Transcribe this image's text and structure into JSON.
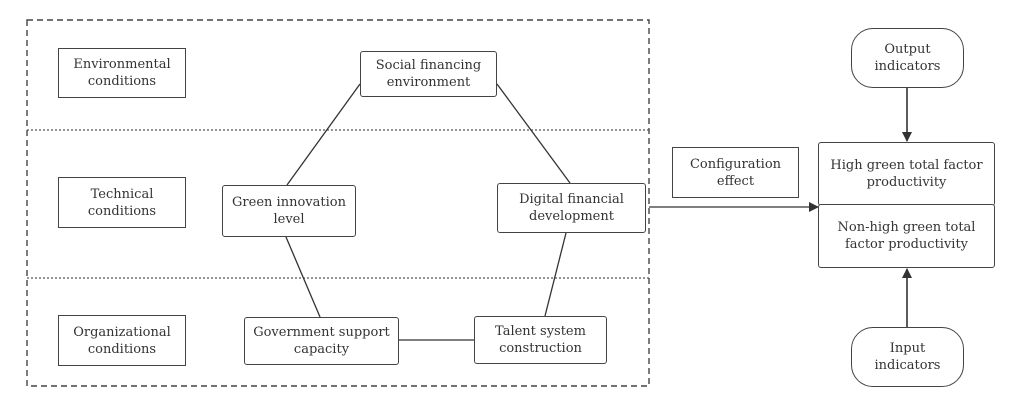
{
  "conditions": {
    "environmental": "Environmental\nconditions",
    "technical": "Technical\nconditions",
    "organizational": "Organizational\nconditions"
  },
  "factors": {
    "social_financing": "Social financing\nenvironment",
    "green_innovation": "Green innovation\nlevel",
    "digital_financial": "Digital financial\ndevelopment",
    "government_support": "Government support\ncapacity",
    "talent_system": "Talent system\nconstruction"
  },
  "configuration_effect": "Configuration\neffect",
  "outcomes": {
    "high": "High green total factor\nproductivity",
    "non_high": "Non-high green total\nfactor productivity"
  },
  "indicators": {
    "output": "Output\nindicators",
    "input": "Input\nindicators"
  }
}
